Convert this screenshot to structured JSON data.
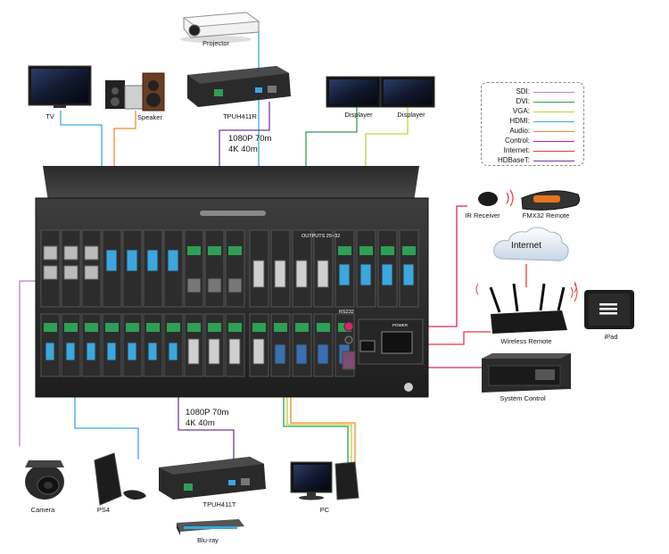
{
  "devices": {
    "projector": "Projector",
    "tv": "TV",
    "speaker": "Speaker",
    "rx_extender": "TPUH411R",
    "display_1": "Displayer",
    "display_2": "Displayer",
    "ir_receiver": "IR Receiver",
    "remote": "FMX32  Remote",
    "internet": "Internet",
    "router": "Wireless Remote",
    "ipad": "iPad",
    "system_control": "System Control",
    "camera": "Camera",
    "ps4": "PS4",
    "tx_extender": "TPUH411T",
    "pc": "PC",
    "bluray": "Blu-ray"
  },
  "notes": {
    "top_distance_1": "1080P 70m",
    "top_distance_2": "4K 40m",
    "bottom_distance_1": "1080P 70m",
    "bottom_distance_2": "4K 40m"
  },
  "panel": {
    "outputs_label": "OUTPUTS 25~32",
    "rs232_label": "RS232",
    "power_label": "POWER"
  },
  "legend": [
    {
      "name": "SDI:",
      "color": "#c77bc0"
    },
    {
      "name": "DVI:",
      "color": "#2e9f55"
    },
    {
      "name": "VGA:",
      "color": "#b9d638"
    },
    {
      "name": "HDMI:",
      "color": "#3aa7df"
    },
    {
      "name": "Audio:",
      "color": "#f08a2a"
    },
    {
      "name": "Control:",
      "color": "#d9236e"
    },
    {
      "name": "Internet:",
      "color": "#e8383d"
    },
    {
      "name": "HDBaseT:",
      "color": "#6a3c97"
    }
  ],
  "icons": [
    "projector-icon",
    "tv-icon",
    "speaker-icon",
    "extender-icon",
    "monitor-icon",
    "ir-receiver-icon",
    "remote-icon",
    "cloud-icon",
    "router-icon",
    "tablet-icon",
    "server-icon",
    "camera-icon",
    "console-icon",
    "pc-icon",
    "bluray-icon"
  ]
}
